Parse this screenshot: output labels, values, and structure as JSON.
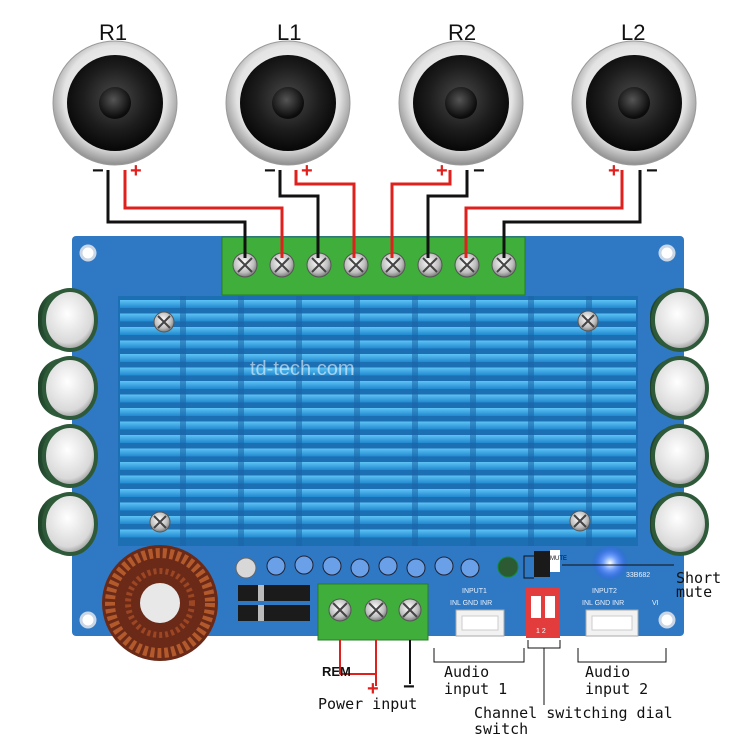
{
  "speakers": [
    {
      "label": "R1"
    },
    {
      "label": "L1"
    },
    {
      "label": "R2"
    },
    {
      "label": "L2"
    }
  ],
  "polarity": {
    "minus": "−",
    "plus": "+"
  },
  "board": {
    "watermark": "td-tech.com",
    "input1_silk": "INPUT1",
    "input2_silk": "INPUT2",
    "input_pins_silk": "INL GND INR",
    "mute_silk": "MUTE",
    "dip_numbers": "1 2",
    "model_silk": "33B682",
    "v_silk": "VI"
  },
  "callouts": {
    "rem": "REM",
    "power_plus": "+",
    "power_minus": "−",
    "power_input": "Power input",
    "audio_input_1_line1": "Audio",
    "audio_input_1_line2": "input 1",
    "audio_input_2_line1": "Audio",
    "audio_input_2_line2": "input 2",
    "channel_switch_line1": "Channel switching dial",
    "channel_switch_line2": "switch",
    "short_mute_line1": "Short",
    "short_mute_line2": "mute"
  },
  "colors": {
    "pcb": "#2f78c4",
    "heatsink": "#3aa5e6",
    "terminal_green": "#3fae3a",
    "wire_red": "#e0201c",
    "wire_black": "#111111",
    "cap_green": "#2e5a3a"
  }
}
